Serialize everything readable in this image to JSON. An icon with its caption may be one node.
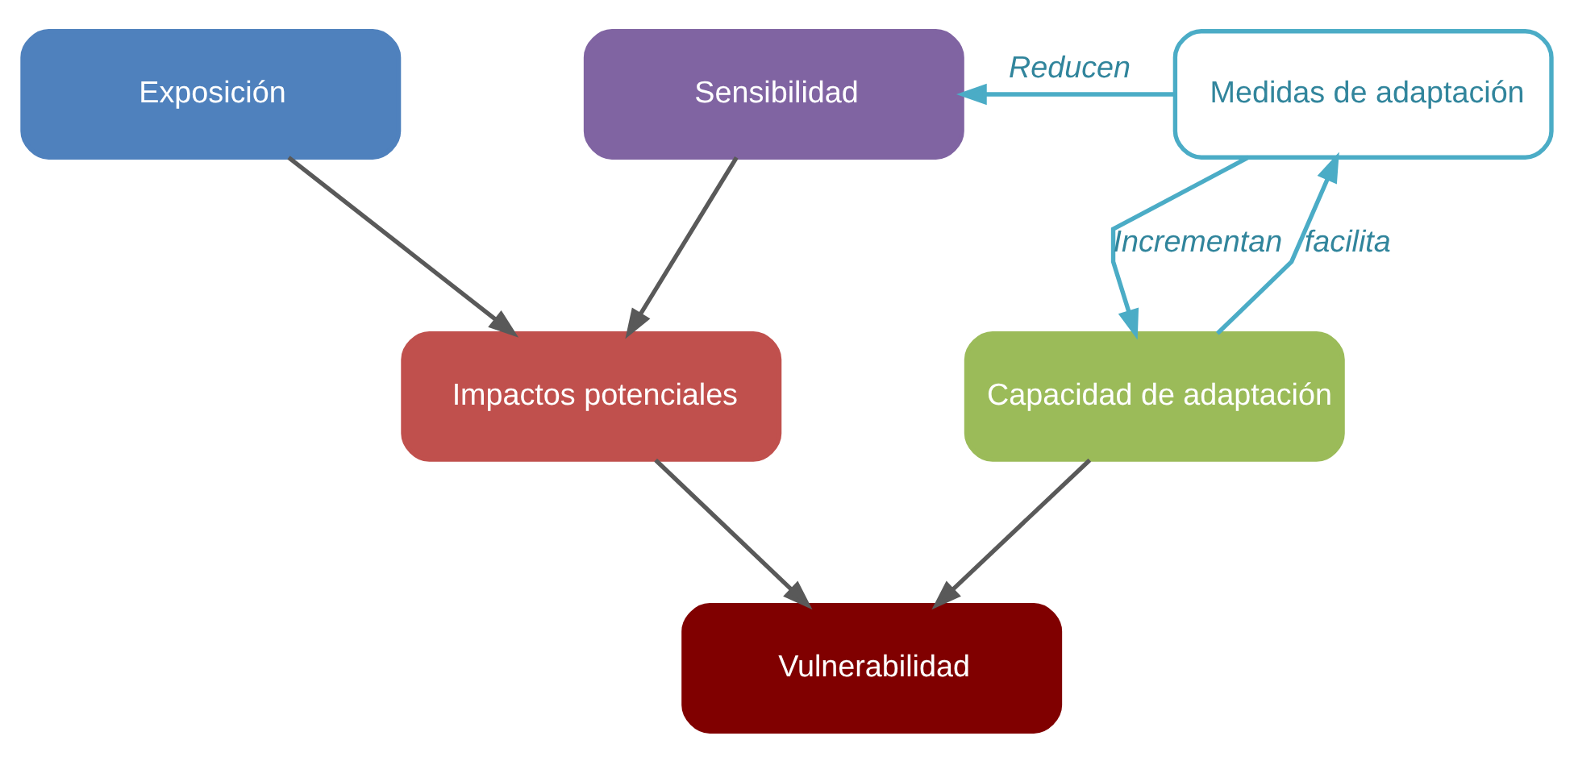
{
  "diagram": {
    "nodes": [
      {
        "text": [
          "Exposición"
        ]
      },
      {
        "text": [
          "Sensibilidad"
        ]
      },
      {
        "text": [
          "Medidas de adaptación"
        ]
      },
      {
        "text": [
          "Impactos potenciales"
        ]
      },
      {
        "text": [
          "Capacidad de adaptación"
        ]
      },
      {
        "text": [
          "Vulnerabilidad"
        ]
      }
    ],
    "edges": [
      {
        "from": 0,
        "to": 3,
        "arrow": "to"
      },
      {
        "from": 1,
        "to": 3,
        "arrow": "to"
      },
      {
        "from": 2,
        "to": 1,
        "arrow": "to",
        "label": "Reducen",
        "color": "#4bacc6"
      },
      {
        "from": 2,
        "to": 4,
        "arrow": "to",
        "label": "Incrementan",
        "color": "#4bacc6"
      },
      {
        "from": 4,
        "to": 2,
        "arrow": "to",
        "label": "facilita",
        "color": "#4bacc6"
      },
      {
        "from": 3,
        "to": 5,
        "arrow": "to"
      },
      {
        "from": 4,
        "to": 5,
        "arrow": "to"
      }
    ]
  }
}
